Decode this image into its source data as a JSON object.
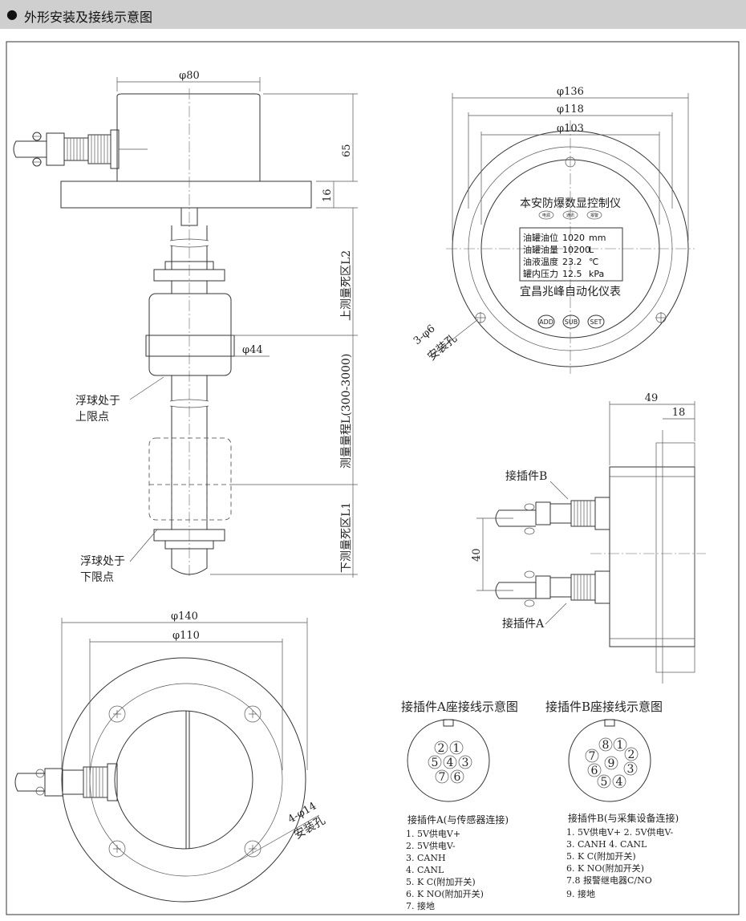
{
  "header": {
    "title": "外形安装及接线示意图"
  },
  "dims": {
    "d80": "φ80",
    "h65": "65",
    "h16": "16",
    "upper_dead": "上测量死区L2",
    "range": "测量量程L(300-3000)",
    "lower_dead": "下测量死区L1",
    "d44": "φ44",
    "d136": "φ136",
    "d118": "φ118",
    "d103": "φ103",
    "holes3": "3-φ6",
    "holes3_label": "安装孔",
    "w49": "49",
    "w18": "18",
    "h40": "40",
    "d140": "φ140",
    "d110": "φ110",
    "holes4": "4-φ14",
    "holes4_label": "安装孔"
  },
  "float_upper": [
    "浮球处于",
    "上限点"
  ],
  "float_lower": [
    "浮球处于",
    "下限点"
  ],
  "panel": {
    "title": "本安防爆数显控制仪",
    "leds": [
      "电源",
      "通讯",
      "报警"
    ],
    "lcd_rows": [
      {
        "name": "油罐油位",
        "value": "1020",
        "unit": "mm"
      },
      {
        "name": "油罐油量",
        "value": "10200",
        "unit": "L"
      },
      {
        "name": "油液温度",
        "value": "23.2",
        "unit": "℃"
      },
      {
        "name": "罐内压力",
        "value": "12.5",
        "unit": "kPa"
      }
    ],
    "brand": "宜昌兆峰自动化仪表",
    "buttons": [
      "ADD",
      "SUB",
      "SET"
    ]
  },
  "connectors": {
    "b": "接插件B",
    "a": "接插件A"
  },
  "pinA": {
    "title": "接插件A座接线示意图",
    "pins": [
      "2",
      "1",
      "5",
      "4",
      "3",
      "7",
      "6"
    ],
    "caption": "接插件A(与传感器连接)",
    "legend": [
      "1.  5V供电V+",
      "2.  5V供电V-",
      "3.  CANH",
      "4.  CANL",
      "5.  K C(附加开关)",
      "6.  K NO(附加开关)",
      "7.  接地"
    ]
  },
  "pinB": {
    "title": "接插件B座接线示意图",
    "pins": [
      "8",
      "1",
      "7",
      "2",
      "6",
      "9",
      "3",
      "5",
      "4"
    ],
    "caption": "接插件B(与采集设备连接)",
    "legend": [
      "1.  5V供电V+   2.  5V供电V-",
      "3.  CANH        4.  CANL",
      "5.  K C(附加开关)",
      "6.  K NO(附加开关)",
      "7.8  报警继电器C/NO",
      "9.  接地"
    ]
  }
}
